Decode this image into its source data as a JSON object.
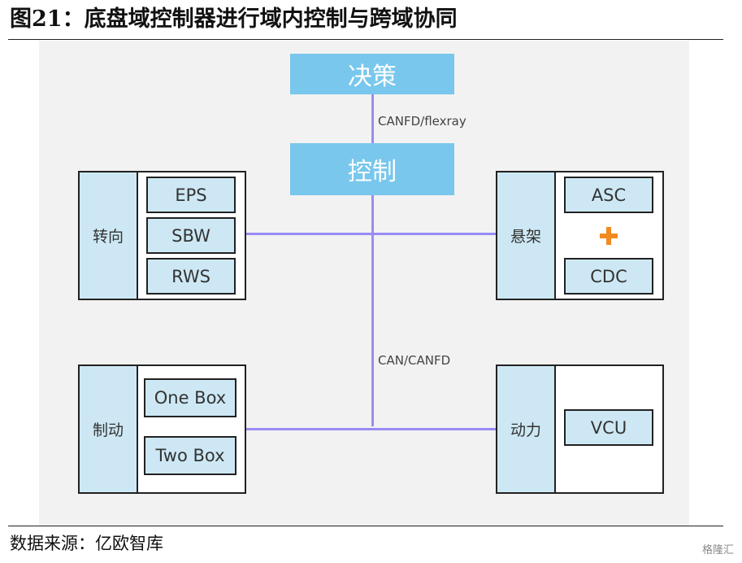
{
  "figure": {
    "title": "图21：底盘域控制器进行域内控制与跨域协同",
    "source": "数据来源：亿欧智库",
    "watermark": "格隆汇"
  },
  "diagram": {
    "decision": "决策",
    "control": "控制",
    "link_top": "CANFD/flexray",
    "link_bus": "CAN/CANFD",
    "steering": {
      "label": "转向",
      "items": [
        "EPS",
        "SBW",
        "RWS"
      ]
    },
    "suspension": {
      "label": "悬架",
      "items": [
        "ASC",
        "CDC"
      ]
    },
    "braking": {
      "label": "制动",
      "items": [
        "One Box",
        "Two Box"
      ]
    },
    "power": {
      "label": "动力",
      "items": [
        "VCU"
      ]
    }
  },
  "colors": {
    "box_fill": "#79c7ec",
    "light_fill": "#cde8f4",
    "connector": "#9a8cf5",
    "plus": "#f28a22"
  }
}
